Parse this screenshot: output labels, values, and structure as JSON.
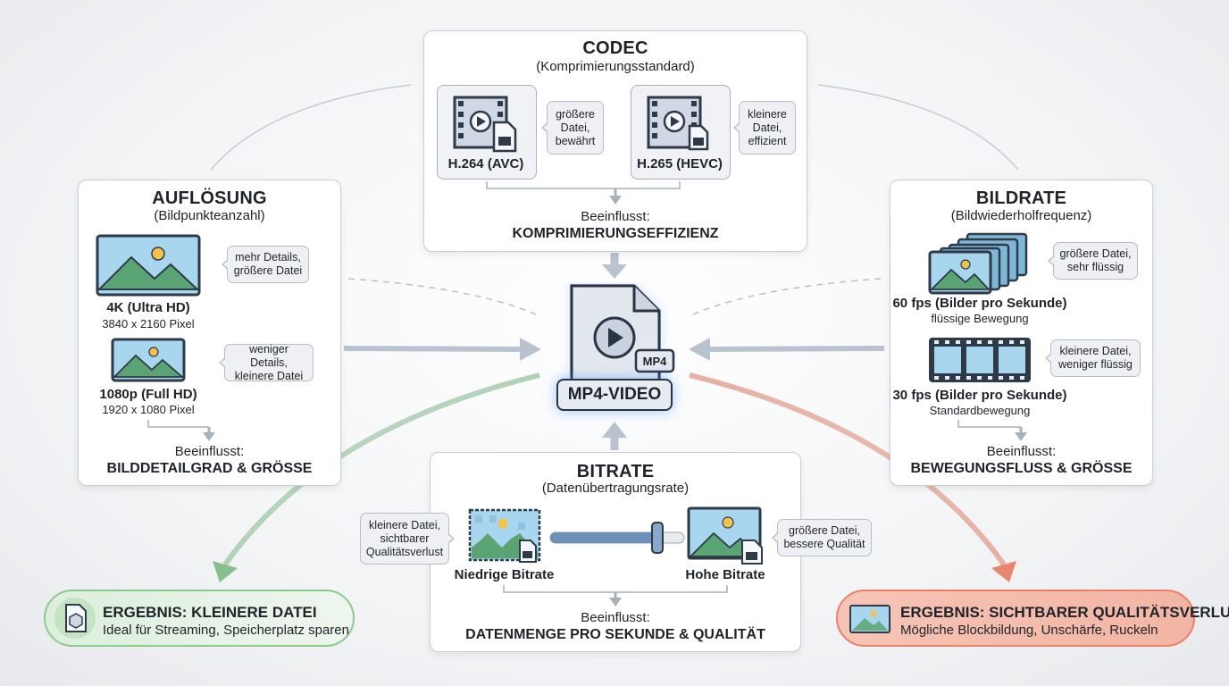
{
  "center": {
    "label": "MP4-VIDEO",
    "file_tag": "MP4"
  },
  "codec": {
    "title": "CODEC",
    "subtitle": "(Komprimierungsstandard)",
    "items": [
      {
        "label": "H.264 (AVC)",
        "note": "größere Datei, bewährt"
      },
      {
        "label": "H.265 (HEVC)",
        "note": "kleinere Datei, effizient"
      }
    ],
    "influence_label": "Beeinflusst:",
    "influence_value": "KOMPRIMIERUNGSEFFIZIENZ"
  },
  "resolution": {
    "title": "AUFLÖSUNG",
    "subtitle": "(Bildpunkteanzahl)",
    "items": [
      {
        "label": "4K (Ultra HD)",
        "detail": "3840 x 2160 Pixel",
        "note": "mehr Details, größere Datei"
      },
      {
        "label": "1080p (Full HD)",
        "detail": "1920 x 1080 Pixel",
        "note": "weniger Details, kleinere Datei"
      }
    ],
    "influence_label": "Beeinflusst:",
    "influence_value": "BILDDETAILGRAD & GRÖSSE"
  },
  "framerate": {
    "title": "BILDRATE",
    "subtitle": "(Bildwiederholfrequenz)",
    "items": [
      {
        "label": "60 fps (Bilder pro Sekunde)",
        "detail": "flüssige Bewegung",
        "note": "größere Datei, sehr flüssig"
      },
      {
        "label": "30 fps (Bilder pro Sekunde)",
        "detail": "Standardbewegung",
        "note": "kleinere Datei, weniger flüssig"
      }
    ],
    "influence_label": "Beeinflusst:",
    "influence_value": "BEWEGUNGSFLUSS & GRÖSSE"
  },
  "bitrate": {
    "title": "BITRATE",
    "subtitle": "(Datenübertragungsrate)",
    "low": {
      "label": "Niedrige Bitrate",
      "note": "kleinere Datei, sichtbarer Qualitätsverlust"
    },
    "high": {
      "label": "Hohe Bitrate",
      "note": "größere Datei, bessere Qualität"
    },
    "slider_level": 0.8,
    "influence_label": "Beeinflusst:",
    "influence_value": "DATENMENGE PRO SEKUNDE & QUALITÄT"
  },
  "results": {
    "left": {
      "title": "ERGEBNIS: KLEINERE DATEI",
      "text": "Ideal für Streaming, Speicherplatz sparen",
      "color": "#8cc98c"
    },
    "right": {
      "title": "ERGEBNIS: SICHTBARER QUALITÄTSVERLUST",
      "text": "Mögliche Blockbildung, Unschärfe, Ruckeln",
      "color": "#e8806a"
    }
  },
  "colors": {
    "accent_glow": "#5096ff",
    "icon_sky": "#a9d6ef",
    "icon_hill": "#5aa473",
    "icon_sun": "#f2c14e",
    "frame": "#2f3a48"
  }
}
